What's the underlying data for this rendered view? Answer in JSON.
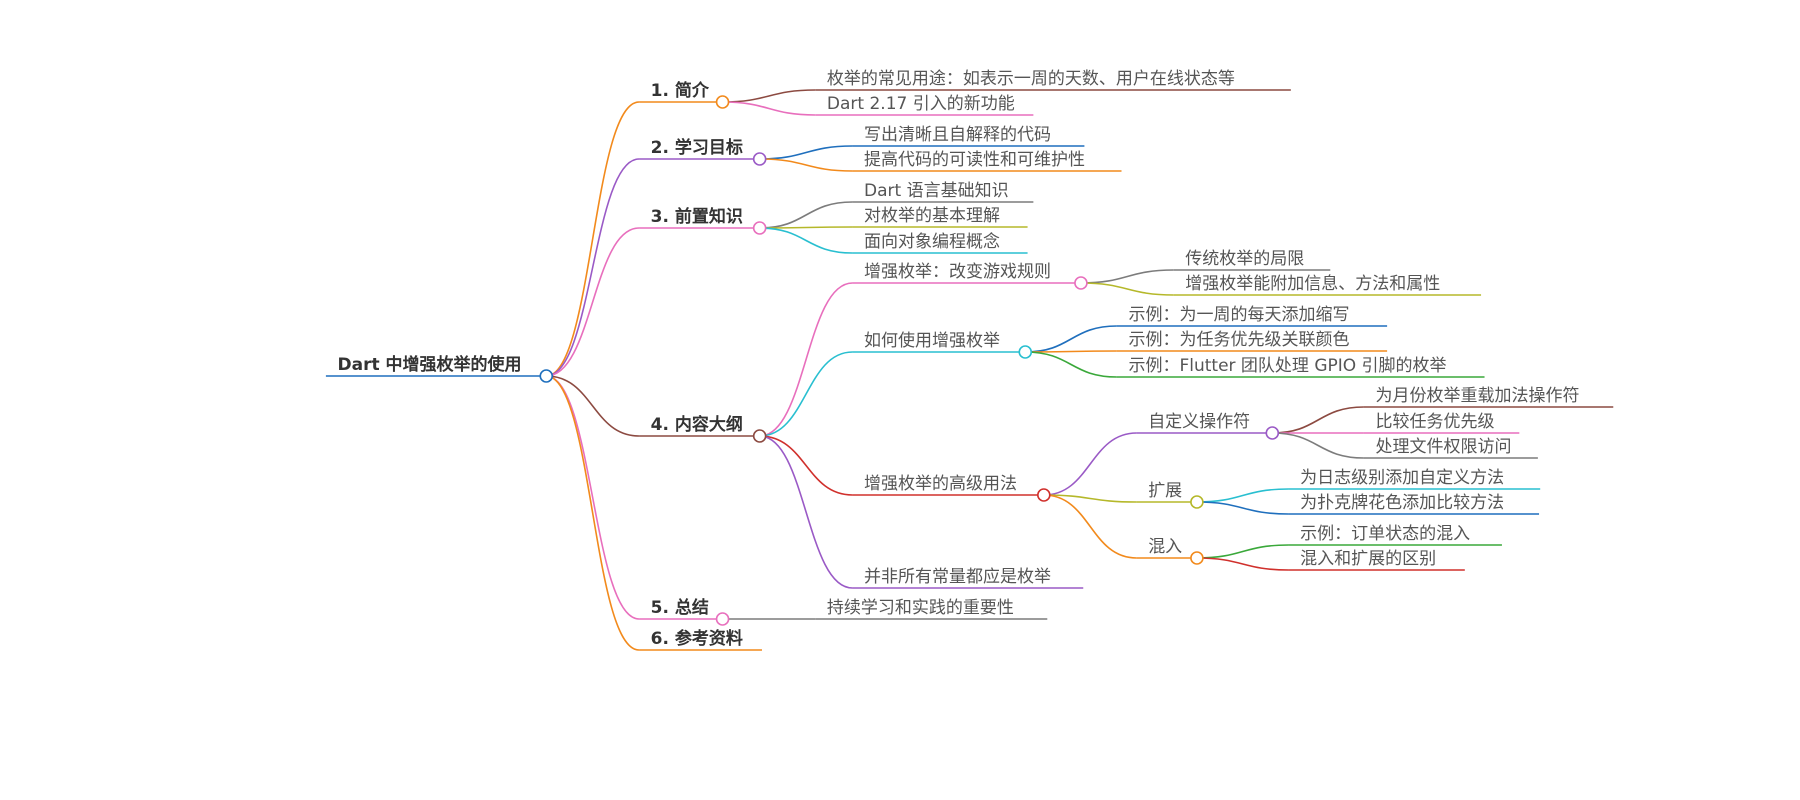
{
  "root": {
    "label": "Dart 中增强枚举的使用",
    "color": "#1f6fbd"
  },
  "branches": [
    {
      "label": "1. 简介",
      "color": "#f28a1c",
      "children": [
        {
          "label": "枚举的常见用途：如表示一周的天数、用户在线状态等",
          "color": "#8c4a41"
        },
        {
          "label": "Dart 2.17 引入的新功能",
          "color": "#e86fbd"
        }
      ]
    },
    {
      "label": "2. 学习目标",
      "color": "#9a5ac6",
      "children": [
        {
          "label": "写出清晰且自解释的代码",
          "color": "#1f6fbd"
        },
        {
          "label": "提高代码的可读性和可维护性",
          "color": "#f28a1c"
        }
      ]
    },
    {
      "label": "3. 前置知识",
      "color": "#e86fbd",
      "children": [
        {
          "label": "Dart 语言基础知识",
          "color": "#7c7c7c"
        },
        {
          "label": "对枚举的基本理解",
          "color": "#b5b82a"
        },
        {
          "label": "面向对象编程概念",
          "color": "#29bfd0"
        }
      ]
    },
    {
      "label": "4. 内容大纲",
      "color": "#8c4a41",
      "children": [
        {
          "label": "增强枚举：改变游戏规则",
          "color": "#e86fbd",
          "children": [
            {
              "label": "传统枚举的局限",
              "color": "#7c7c7c"
            },
            {
              "label": "增强枚举能附加信息、方法和属性",
              "color": "#b5b82a"
            }
          ]
        },
        {
          "label": "如何使用增强枚举",
          "color": "#29bfd0",
          "children": [
            {
              "label": "示例：为一周的每天添加缩写",
              "color": "#1f6fbd"
            },
            {
              "label": "示例：为任务优先级关联颜色",
              "color": "#f28a1c"
            },
            {
              "label": "示例：Flutter 团队处理 GPIO 引脚的枚举",
              "color": "#3aa83a"
            }
          ]
        },
        {
          "label": "增强枚举的高级用法",
          "color": "#d0302c",
          "children": [
            {
              "label": "自定义操作符",
              "color": "#9a5ac6",
              "children": [
                {
                  "label": "为月份枚举重载加法操作符",
                  "color": "#8c4a41"
                },
                {
                  "label": "比较任务优先级",
                  "color": "#e86fbd"
                },
                {
                  "label": "处理文件权限访问",
                  "color": "#7c7c7c"
                }
              ]
            },
            {
              "label": "扩展",
              "color": "#b5b82a",
              "children": [
                {
                  "label": "为日志级别添加自定义方法",
                  "color": "#29bfd0"
                },
                {
                  "label": "为扑克牌花色添加比较方法",
                  "color": "#1f6fbd"
                }
              ]
            },
            {
              "label": "混入",
              "color": "#f28a1c",
              "children": [
                {
                  "label": "示例：订单状态的混入",
                  "color": "#3aa83a"
                },
                {
                  "label": "混入和扩展的区别",
                  "color": "#d0302c"
                }
              ]
            }
          ]
        },
        {
          "label": "并非所有常量都应是枚举",
          "color": "#9a5ac6"
        }
      ]
    },
    {
      "label": "5. 总结",
      "color": "#e86fbd",
      "children": [
        {
          "label": "持续学习和实践的重要性",
          "color": "#7c7c7c"
        }
      ]
    },
    {
      "label": "6. 参考资料",
      "color": "#f28a1c"
    }
  ]
}
